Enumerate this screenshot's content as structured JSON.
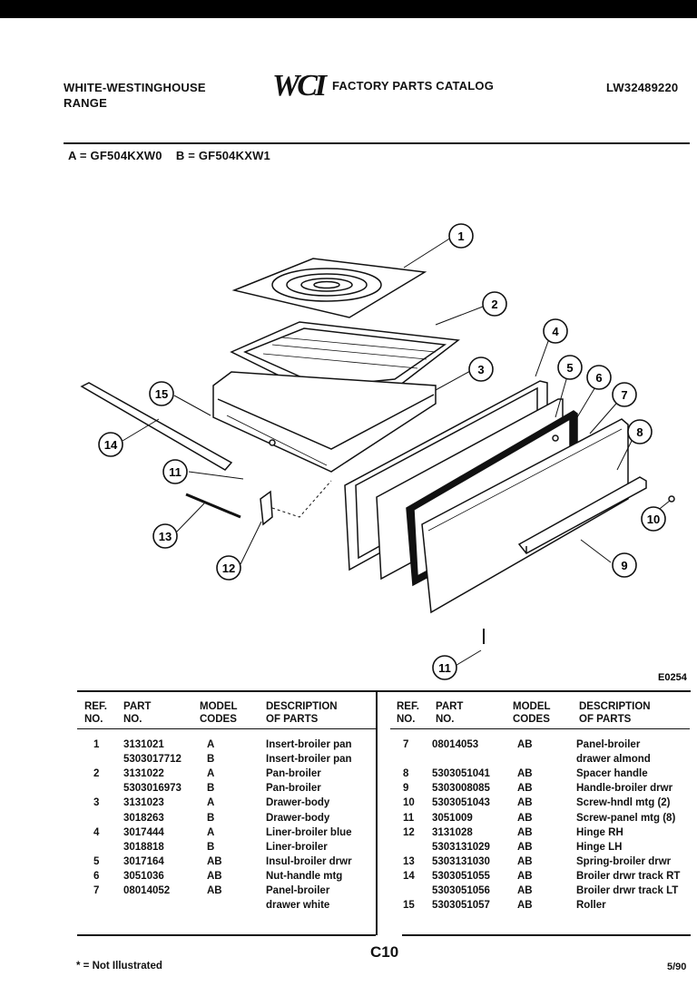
{
  "header": {
    "brand_line1": "WHITE-WESTINGHOUSE",
    "brand_line2": "RANGE",
    "logo_text": "WCI",
    "catalog_title": "FACTORY PARTS CATALOG",
    "catalog_number": "LW32489220",
    "models_line": "A = GF504KXW0    B = GF504KXW1"
  },
  "diagram": {
    "figure_code": "E0254",
    "callouts": [
      "1",
      "2",
      "3",
      "4",
      "5",
      "6",
      "7",
      "8",
      "9",
      "10",
      "11",
      "11",
      "12",
      "13",
      "14",
      "15"
    ]
  },
  "table": {
    "headers": {
      "ref_no": [
        "REF.",
        "NO."
      ],
      "part_no": [
        "PART",
        "NO."
      ],
      "model_codes": [
        "MODEL",
        "CODES"
      ],
      "description": [
        "DESCRIPTION",
        "OF PARTS"
      ]
    },
    "left_rows": [
      {
        "ref": "1",
        "part": "3131021",
        "model": "A",
        "desc": "Insert-broiler pan"
      },
      {
        "ref": "",
        "part": "5303017712",
        "model": "B",
        "desc": "Insert-broiler pan"
      },
      {
        "ref": "2",
        "part": "3131022",
        "model": "A",
        "desc": "Pan-broiler"
      },
      {
        "ref": "",
        "part": "5303016973",
        "model": "B",
        "desc": "Pan-broiler"
      },
      {
        "ref": "3",
        "part": "3131023",
        "model": "A",
        "desc": "Drawer-body"
      },
      {
        "ref": "",
        "part": "3018263",
        "model": "B",
        "desc": "Drawer-body"
      },
      {
        "ref": "4",
        "part": "3017444",
        "model": "A",
        "desc": "Liner-broiler blue"
      },
      {
        "ref": "",
        "part": "3018818",
        "model": "B",
        "desc": "Liner-broiler"
      },
      {
        "ref": "5",
        "part": "3017164",
        "model": "AB",
        "desc": "Insul-broiler drwr"
      },
      {
        "ref": "6",
        "part": "3051036",
        "model": "AB",
        "desc": "Nut-handle mtg"
      },
      {
        "ref": "7",
        "part": "08014052",
        "model": "AB",
        "desc": "Panel-broiler"
      },
      {
        "ref": "",
        "part": "",
        "model": "",
        "desc": "drawer white"
      }
    ],
    "right_rows": [
      {
        "ref": "7",
        "part": "08014053",
        "model": "AB",
        "desc": "Panel-broiler"
      },
      {
        "ref": "",
        "part": "",
        "model": "",
        "desc": "drawer almond"
      },
      {
        "ref": "8",
        "part": "5303051041",
        "model": "AB",
        "desc": "Spacer handle"
      },
      {
        "ref": "9",
        "part": "5303008085",
        "model": "AB",
        "desc": "Handle-broiler drwr"
      },
      {
        "ref": "10",
        "part": "5303051043",
        "model": "AB",
        "desc": "Screw-hndl mtg (2)"
      },
      {
        "ref": "11",
        "part": "3051009",
        "model": "AB",
        "desc": "Screw-panel mtg (8)"
      },
      {
        "ref": "12",
        "part": "3131028",
        "model": "AB",
        "desc": "Hinge RH"
      },
      {
        "ref": "",
        "part": "5303131029",
        "model": "AB",
        "desc": "Hinge LH"
      },
      {
        "ref": "13",
        "part": "5303131030",
        "model": "AB",
        "desc": "Spring-broiler drwr"
      },
      {
        "ref": "14",
        "part": "5303051055",
        "model": "AB",
        "desc": "Broiler drwr track RT"
      },
      {
        "ref": "",
        "part": "5303051056",
        "model": "AB",
        "desc": "Broiler drwr track LT"
      },
      {
        "ref": "15",
        "part": "5303051057",
        "model": "AB",
        "desc": "Roller"
      }
    ]
  },
  "footer": {
    "not_illustrated": "* = Not Illustrated",
    "page_code": "C10",
    "date": "5/90"
  }
}
